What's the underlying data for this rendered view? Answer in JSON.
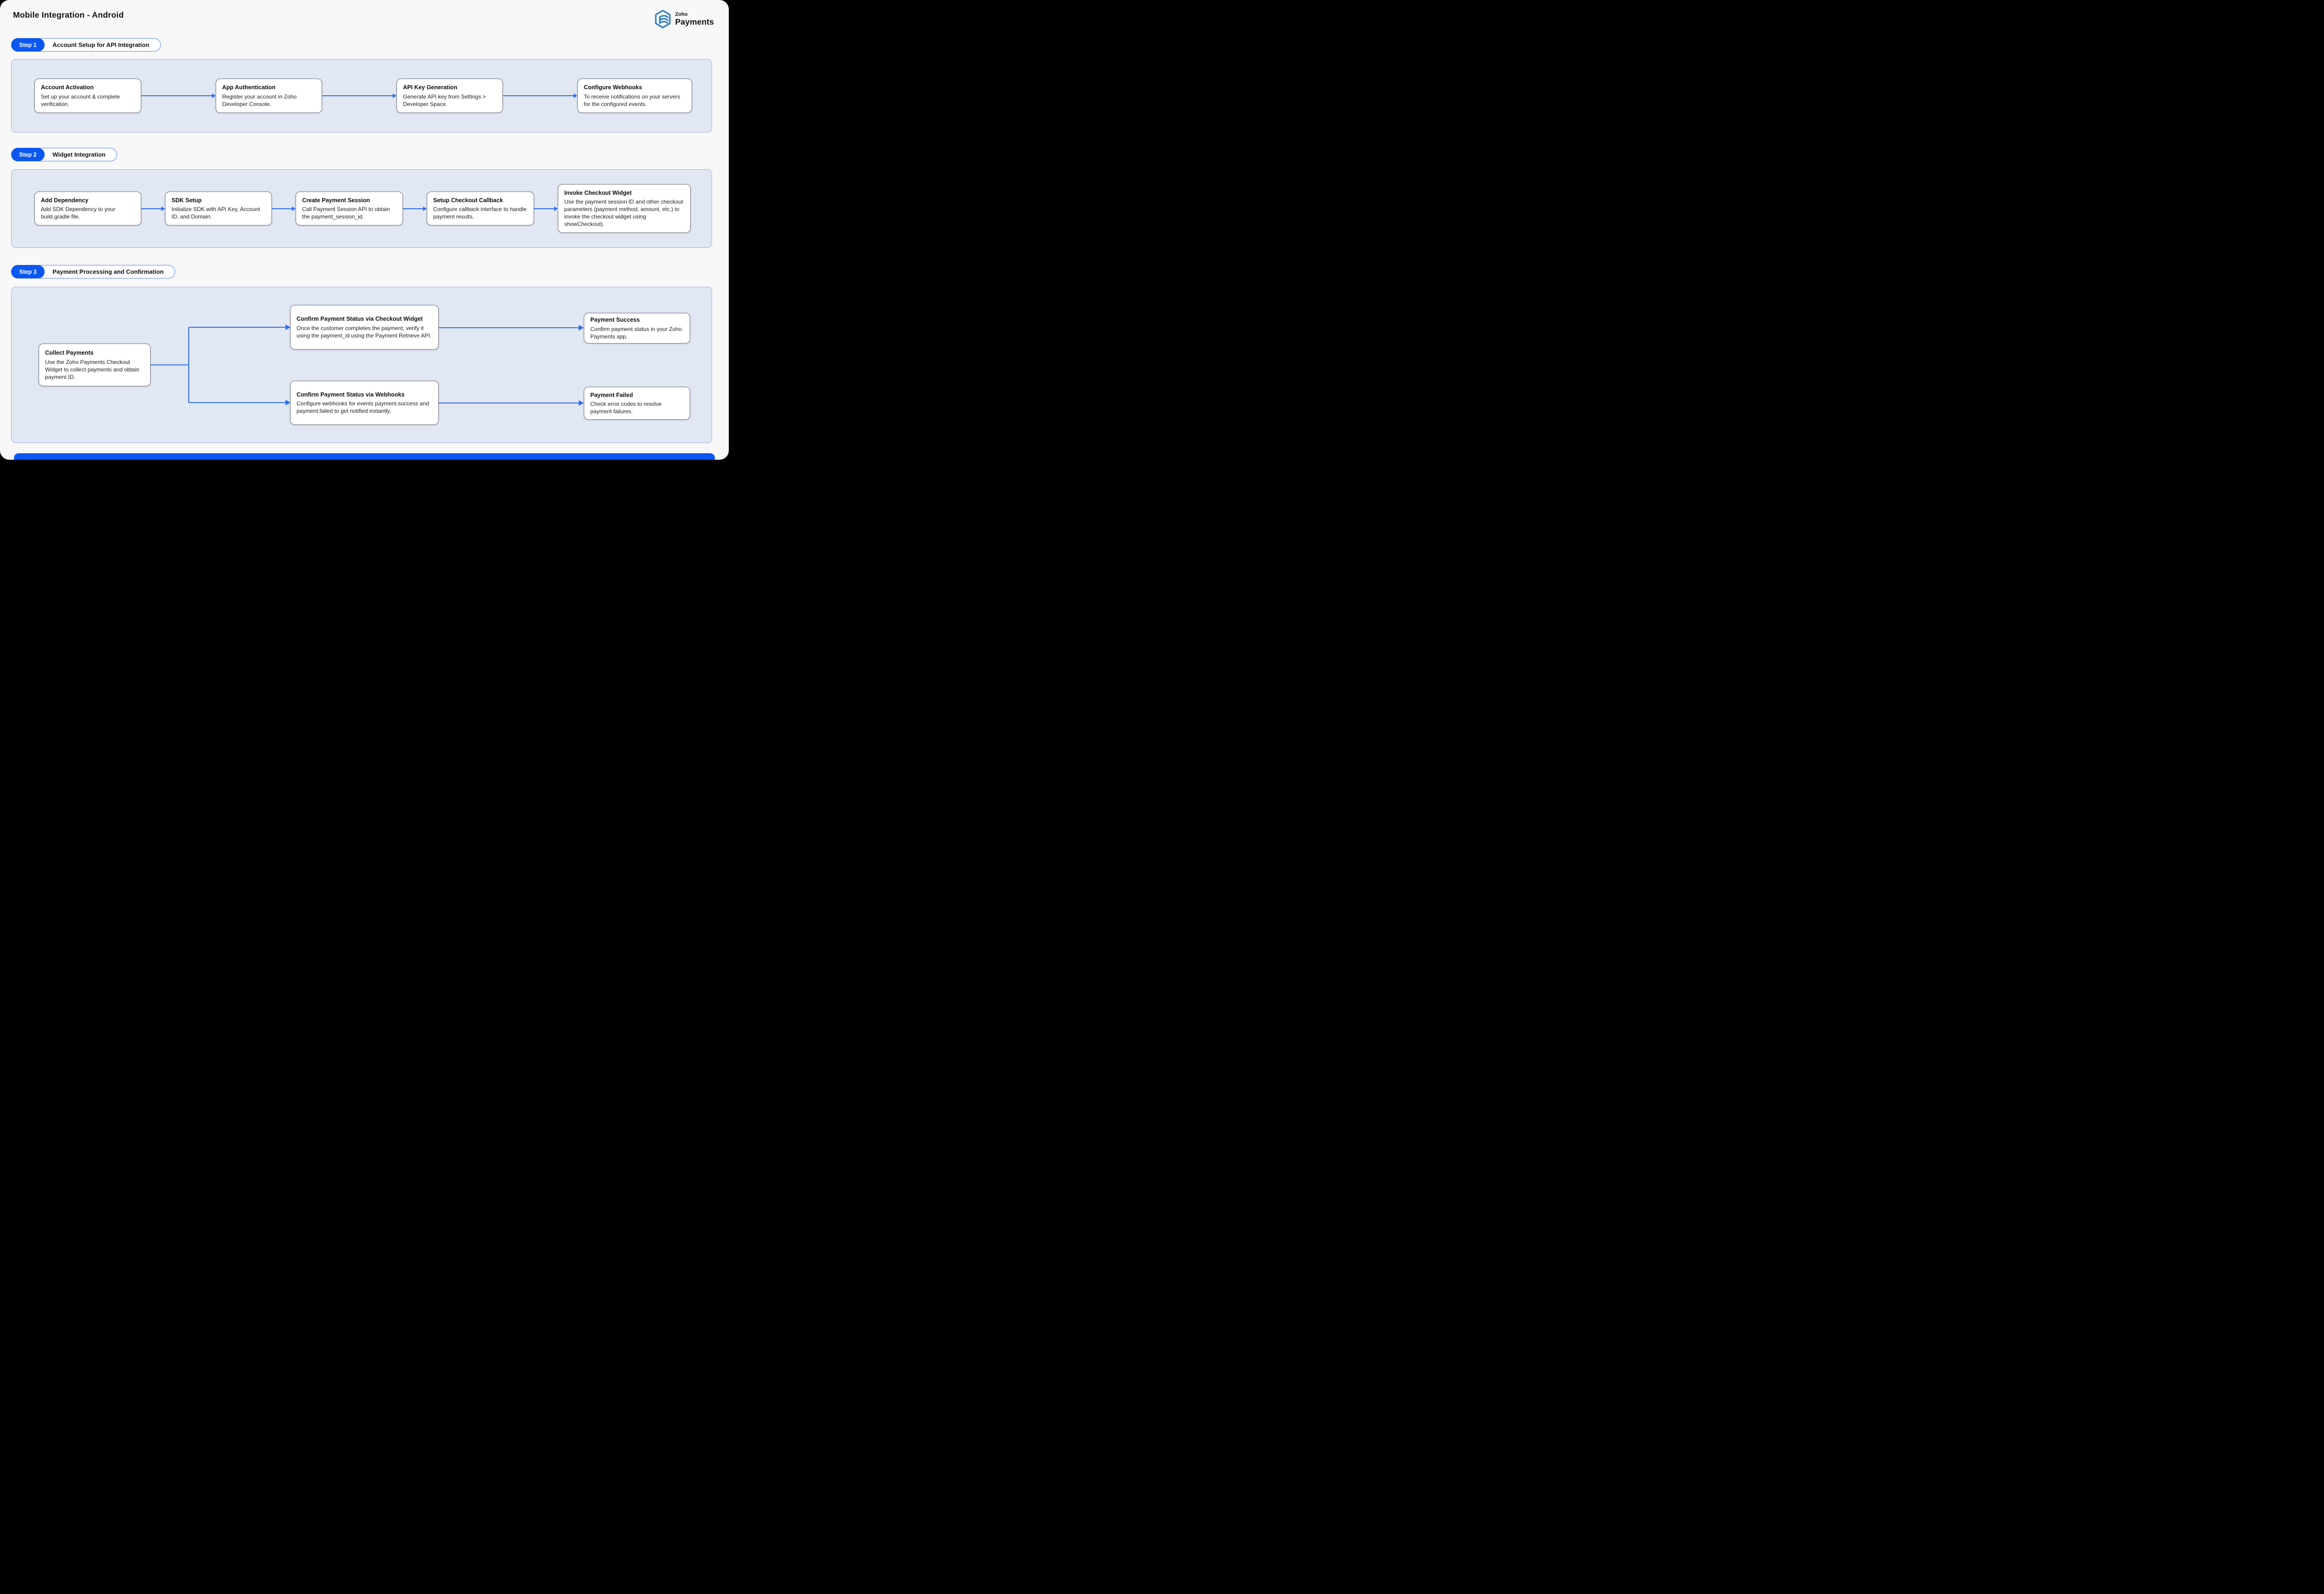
{
  "header": {
    "title": "Mobile Integration - Android"
  },
  "logo": {
    "brand": "Zoho",
    "product": "Payments",
    "icon": "hexagon-coin-stack-icon",
    "brand_color": "#2b7cc6"
  },
  "colors": {
    "accent_blue": "#0b57f0",
    "arrow_blue": "#2e6cf0",
    "panel_background": "#e1e8f4",
    "panel_border": "#9db1da",
    "box_border": "#70757c",
    "page_background": "#f7f8f7"
  },
  "steps": [
    {
      "badge": "Step 1",
      "label": "Account Setup for API Integration",
      "boxes": [
        {
          "title": "Account Activation",
          "desc": "Set up your account & complete verification."
        },
        {
          "title": "App Authentication",
          "desc": "Register your account in Zoho Developer Console."
        },
        {
          "title": "API Key Generation",
          "desc": "Generate API key from Settings > Developer Space."
        },
        {
          "title": "Configure Webhooks",
          "desc": "To receive notifications on your servers for the configured events."
        }
      ]
    },
    {
      "badge": "Step 2",
      "label": "Widget Integration",
      "boxes": [
        {
          "title": "Add Dependency",
          "desc": "Add SDK Dependency to your build.gradle file."
        },
        {
          "title": "SDK Setup",
          "desc": "Initialize SDK with API Key, Account ID, and Domain."
        },
        {
          "title": "Create Payment Session",
          "desc": "Call Payment Session API to obtain the payment_session_id."
        },
        {
          "title": "Setup Checkout Callback",
          "desc": "Configure callback interface to handle payment results."
        },
        {
          "title": "Invoke Checkout Widget",
          "desc": "Use the payment session ID and other checkout parameters (payment method, amount, etc.) to invoke the checkout widget using showCheckout)."
        }
      ]
    },
    {
      "badge": "Step 3",
      "label": "Payment Processing and Confirmation",
      "boxes": [
        {
          "title": "Collect Payments",
          "desc": "Use the Zoho Payments Checkout Widget to collect payments and obtain payment ID."
        },
        {
          "title": "Confirm Payment Status via Checkout Widget",
          "desc": "Once the customer completes the payment, verify it using the payment_id using the Payment Retrieve API."
        },
        {
          "title": "Confirm Payment Status via Webhooks",
          "desc": "Configure webhooks for events payment.success and payment.failed to get notified instantly."
        },
        {
          "title": "Payment Success",
          "desc": "Confirm payment status in your Zoho Payments app."
        },
        {
          "title": "Payment Failed",
          "desc": "Check error codes to resolve payment failures."
        }
      ]
    }
  ]
}
